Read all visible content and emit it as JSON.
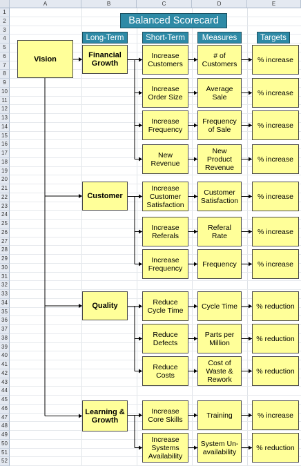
{
  "columns": [
    "A",
    "B",
    "C",
    "D",
    "E"
  ],
  "rows": [
    "1",
    "2",
    "3",
    "4",
    "5",
    "6",
    "7",
    "8",
    "9",
    "10",
    "11",
    "12",
    "13",
    "14",
    "15",
    "16",
    "17",
    "18",
    "19",
    "20",
    "21",
    "22",
    "23",
    "24",
    "25",
    "26",
    "27",
    "28",
    "29",
    "30",
    "31",
    "32",
    "33",
    "34",
    "35",
    "36",
    "37",
    "38",
    "39",
    "40",
    "41",
    "42",
    "43",
    "44",
    "45",
    "46",
    "47",
    "48",
    "49",
    "50",
    "51",
    "52"
  ],
  "title": "Balanced Scorecard",
  "headers": {
    "long_term": "Long-Term",
    "short_term": "Short-Term",
    "measures": "Measures",
    "targets": "Targets"
  },
  "vision": "Vision",
  "groups": [
    {
      "name": "Financial\nGrowth",
      "items": [
        {
          "short": "Increase\nCustomers",
          "measure": "# of\nCustomers",
          "target": "% increase"
        },
        {
          "short": "Increase\nOrder Size",
          "measure": "Average\nSale",
          "target": "% increase"
        },
        {
          "short": "Increase\nFrequency",
          "measure": "Frequency\nof Sale",
          "target": "% increase"
        },
        {
          "short": "New\nRevenue",
          "measure": "New\nProduct\nRevenue",
          "target": "% increase"
        }
      ]
    },
    {
      "name": "Customer",
      "items": [
        {
          "short": "Increase\nCustomer\nSatisfaction",
          "measure": "Customer\nSatisfaction",
          "target": "% increase"
        },
        {
          "short": "Increase\nReferals",
          "measure": "Referal Rate",
          "target": "% increase"
        },
        {
          "short": "Increase\nFrequency",
          "measure": "Frequency",
          "target": "% increase"
        }
      ]
    },
    {
      "name": "Quality",
      "items": [
        {
          "short": "Reduce\nCycle Time",
          "measure": "Cycle Time",
          "target": "% reduction"
        },
        {
          "short": "Reduce\nDefects",
          "measure": "Parts per\nMillion",
          "target": "% reduction"
        },
        {
          "short": "Reduce\nCosts",
          "measure": "Cost of\nWaste &\nRework",
          "target": "% reduction"
        }
      ]
    },
    {
      "name": "Learning &\nGrowth",
      "items": [
        {
          "short": "Increase\nCore Skills",
          "measure": "Training",
          "target": "% increase"
        },
        {
          "short": "Increase\nSystems\nAvailability",
          "measure": "System Un-\navailability",
          "target": "% reduction"
        }
      ]
    }
  ]
}
